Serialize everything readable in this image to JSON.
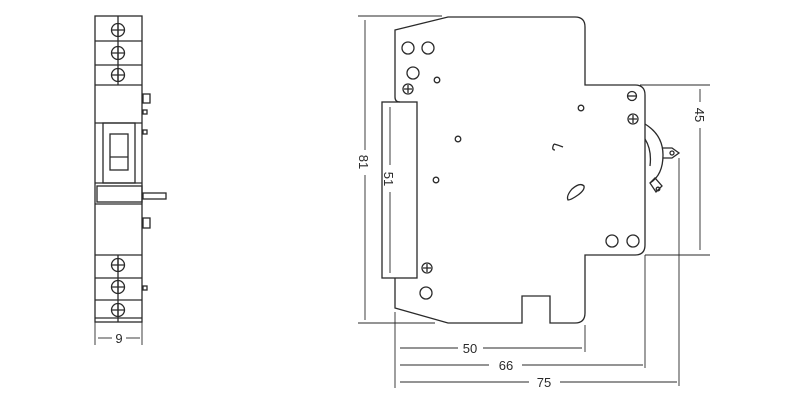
{
  "title": "Auxiliary contact dimensional drawing",
  "dimensions": {
    "side_width": "9",
    "height_total": "81",
    "rail_height": "51",
    "front_height": "45",
    "depth_50": "50",
    "depth_66": "66",
    "depth_75": "75"
  },
  "units": "mm",
  "colors": {
    "line": "#2a2a2a",
    "background": "#ffffff"
  }
}
